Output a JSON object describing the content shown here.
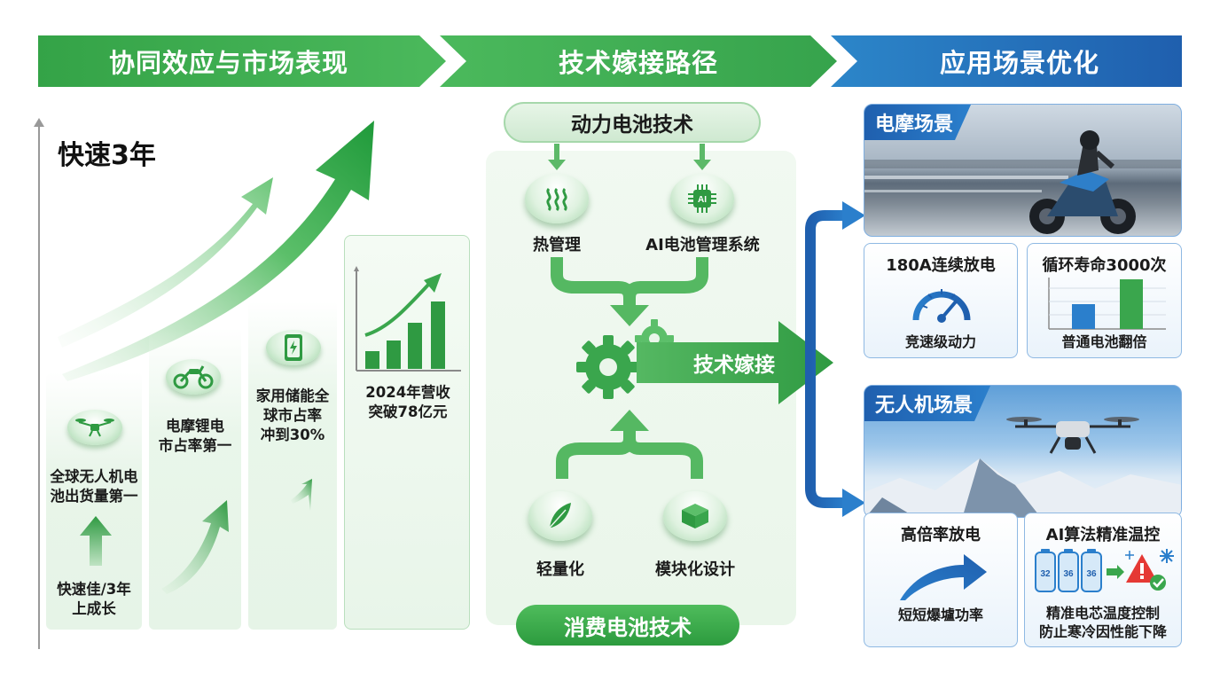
{
  "header": {
    "section1": "协同效应与市场表现",
    "section2": "技术嫁接路径",
    "section3": "应用场景优化"
  },
  "left": {
    "heading": "快速3年",
    "items": [
      {
        "label_line1": "全球无人机电",
        "label_line2": "池出货量第一",
        "icon": "drone-icon"
      },
      {
        "label_line1": "电摩锂电",
        "label_line2": "市占率第一",
        "icon": "motorcycle-icon"
      },
      {
        "label_line1": "家用储能全",
        "label_line2": "球市占率",
        "label_line3": "冲到30%",
        "icon": "battery-storage-icon"
      },
      {
        "label_line1": "2024年营收",
        "label_line2": "突破78亿元",
        "icon": "growth-chart-icon"
      }
    ],
    "growth_line1": "快速佳/3年",
    "growth_line2": "上成长"
  },
  "middle": {
    "top_source": "动力电池技术",
    "bottom_source": "消费电池技术",
    "nodes": [
      {
        "label": "热管理",
        "icon": "heat-icon"
      },
      {
        "label": "AI电池管理系统",
        "icon": "ai-chip-icon",
        "chip_text": "AI"
      },
      {
        "label": "轻量化",
        "icon": "feather-icon"
      },
      {
        "label": "模块化设计",
        "icon": "module-box-icon"
      }
    ],
    "fusion_label": "技术嫁接"
  },
  "right": {
    "scene1": {
      "tag": "电摩场景",
      "cards": [
        {
          "title": "180A连续放电",
          "sub": "竞速级动力",
          "icon": "speedometer-icon"
        },
        {
          "title": "循环寿命3000次",
          "sub": "普通电池翻倍",
          "icon": "bar-compare-icon"
        }
      ]
    },
    "scene2": {
      "tag": "无人机场景",
      "cards": [
        {
          "title": "高倍率放电",
          "sub": "短短爆壚功率",
          "icon": "curve-arrow-icon"
        },
        {
          "title": "AI算法精准温控",
          "sub_line1": "精准电芯温度控制",
          "sub_line2": "防止寒冷因性能下降",
          "icon": "battery-temp-icon",
          "cells": [
            "32",
            "36",
            "36"
          ]
        }
      ]
    }
  },
  "colors": {
    "green_primary": "#34a347",
    "green_dark": "#2c9b3e",
    "blue_primary": "#1f5fae",
    "blue_light": "#2b7fcc"
  }
}
